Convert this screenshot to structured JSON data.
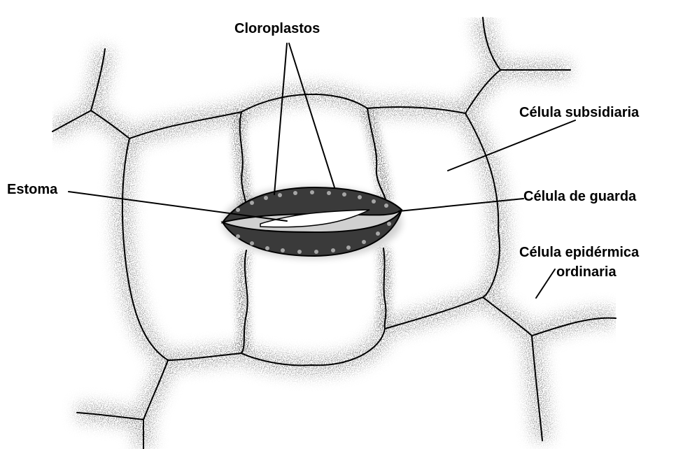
{
  "labels": {
    "chloroplasts": "Cloroplastos",
    "stoma": "Estoma",
    "subsidiary_cell": "Célula subsidiaria",
    "guard_cell": "Célula de guarda",
    "epidermal_cell_line1": "Célula epidérmica",
    "epidermal_cell_line2": "ordinaria"
  },
  "colors": {
    "ink": "#000000",
    "background": "#ffffff"
  }
}
